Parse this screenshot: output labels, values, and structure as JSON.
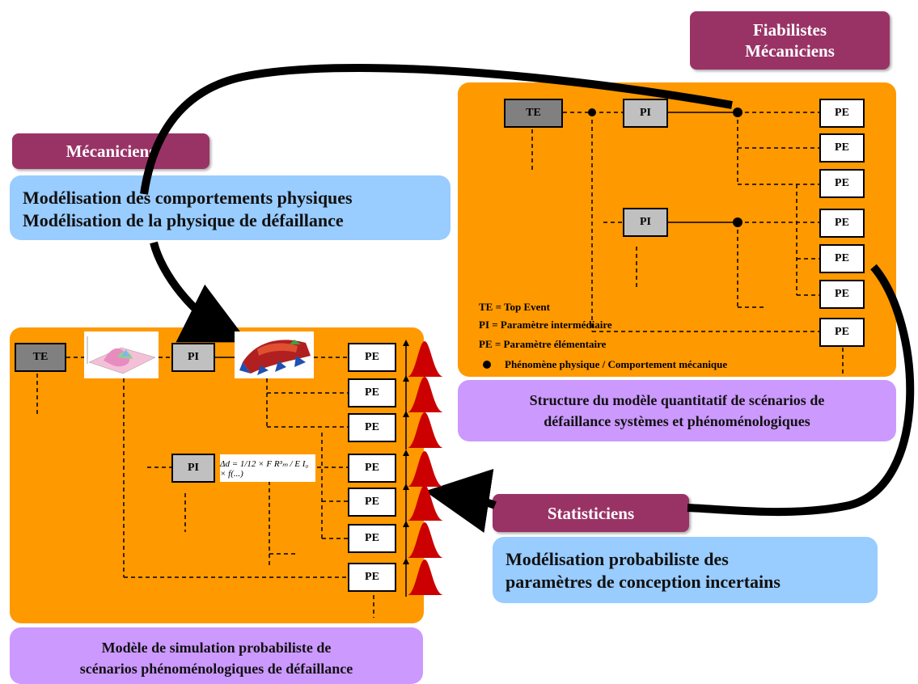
{
  "roles": {
    "fiabilistes": "Fiabilistes\nMécaniciens",
    "mecaniciens": "Mécaniciens",
    "statisticiens": "Statisticiens"
  },
  "boxes": {
    "physique_line1": "Modélisation des comportements physiques",
    "physique_line2": "Modélisation de la physique de défaillance",
    "proba_line1": "Modélisation probabiliste des",
    "proba_line2": "paramètres de conception incertains",
    "structure_line1": "Structure du modèle quantitatif de scénarios de",
    "structure_line2": "défaillance systèmes et phénoménologiques",
    "simulation_line1": "Modèle de simulation probabiliste de",
    "simulation_line2": "scénarios phénoménologiques de défaillance"
  },
  "nodes": {
    "te": "TE",
    "pi": "PI",
    "pe": "PE"
  },
  "legend": {
    "te": "TE = Top Event",
    "pi": "PI =  Paramètre intermédiaire",
    "pe": "PE = Paramètre élémentaire",
    "phen": "Phénomène physique / Comportement mécanique"
  },
  "formula": "Δd = 1/12 × F R³ₘ / E I₀ × f(...)",
  "colors": {
    "panel": "#ff9900",
    "role": "#993366",
    "blue": "#99ccff",
    "purple": "#cc99ff",
    "curve": "#cc0000"
  }
}
